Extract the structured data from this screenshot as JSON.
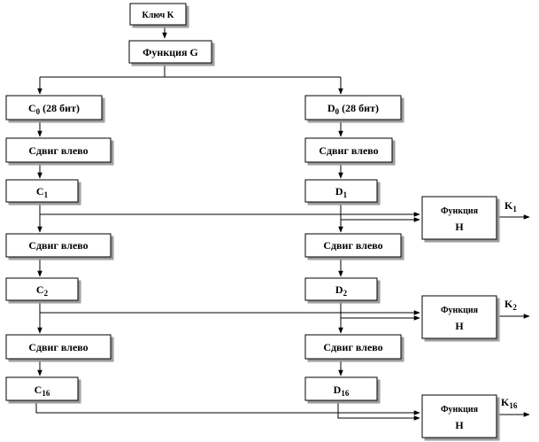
{
  "key_box": {
    "label": "Ключ K"
  },
  "func_g_box": {
    "label": "Функция G"
  },
  "c0_box": {
    "main": "C",
    "sub": "0",
    "rest": " (28 бит)"
  },
  "d0_box": {
    "main": "D",
    "sub": "0",
    "rest": " (28 бит)"
  },
  "shift_label": "Сдвиг влево",
  "c1": {
    "main": "C",
    "sub": "1"
  },
  "d1": {
    "main": "D",
    "sub": "1"
  },
  "c2": {
    "main": "C",
    "sub": "2"
  },
  "d2": {
    "main": "D",
    "sub": "2"
  },
  "c16": {
    "main": "C",
    "sub": "16"
  },
  "d16": {
    "main": "D",
    "sub": "16"
  },
  "func_h": {
    "line1": "Функция",
    "line2": "H"
  },
  "k1": {
    "main": "K",
    "sub": "1"
  },
  "k2": {
    "main": "K",
    "sub": "2"
  },
  "k16": {
    "main": "K",
    "sub": "16"
  }
}
